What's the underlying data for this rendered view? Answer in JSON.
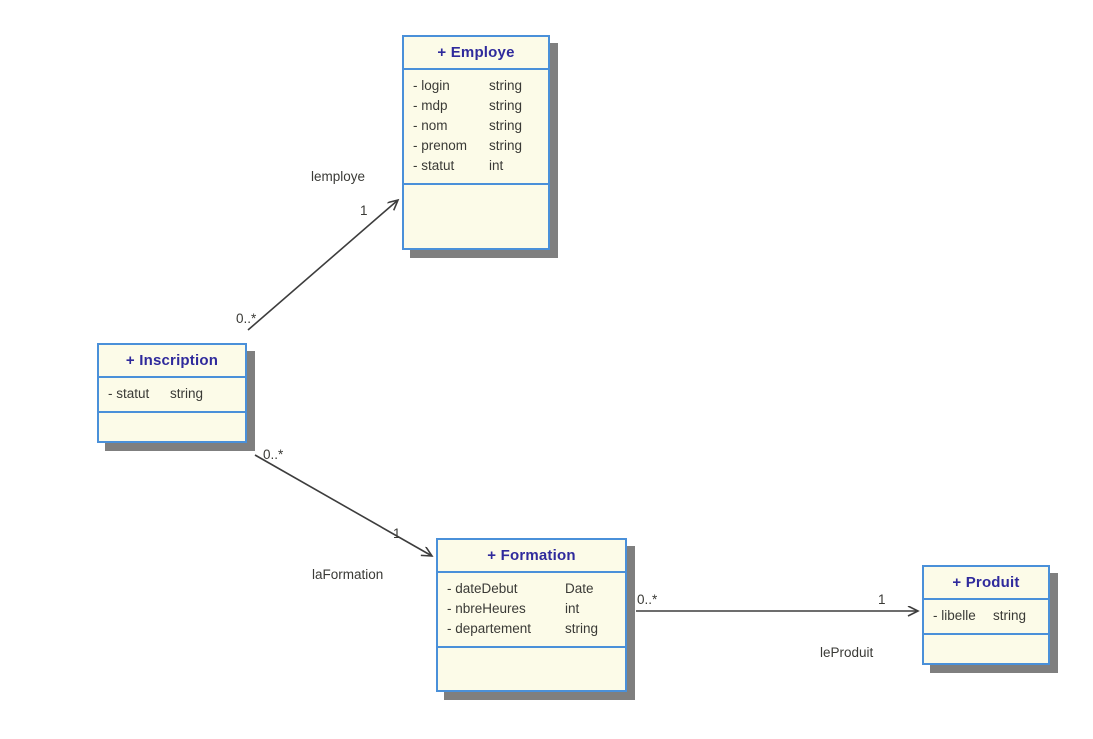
{
  "diagram": {
    "type": "uml-class-diagram",
    "background": "#ffffff",
    "colors": {
      "class_fill": "#fcfbe8",
      "class_border": "#4a90d9",
      "class_title_text": "#2f2a9c",
      "attribute_text": "#3a3a36",
      "shadow": "#7f7f7f",
      "connector": "#3d3d3d"
    }
  },
  "classes": {
    "employe": {
      "title": "+ Employe",
      "attributes": [
        {
          "name": "- login",
          "type": "string"
        },
        {
          "name": "- mdp",
          "type": "string"
        },
        {
          "name": "- nom",
          "type": "string"
        },
        {
          "name": "- prenom",
          "type": "string"
        },
        {
          "name": "- statut",
          "type": "int"
        }
      ],
      "operations": []
    },
    "inscription": {
      "title": "+ Inscription",
      "attributes": [
        {
          "name": "- statut",
          "type": "string"
        }
      ],
      "operations": []
    },
    "formation": {
      "title": "+ Formation",
      "attributes": [
        {
          "name": "- dateDebut",
          "type": "Date"
        },
        {
          "name": "- nbreHeures",
          "type": "int"
        },
        {
          "name": "- departement",
          "type": "string"
        }
      ],
      "operations": []
    },
    "produit": {
      "title": "+ Produit",
      "attributes": [
        {
          "name": "- libelle",
          "type": "string"
        }
      ],
      "operations": []
    }
  },
  "associations": [
    {
      "id": "inscription-employe",
      "label": "lemploye",
      "source": "inscription",
      "target": "employe",
      "source_multiplicity": "0..*",
      "target_multiplicity": "1",
      "arrow": "open"
    },
    {
      "id": "inscription-formation",
      "label": "laFormation",
      "source": "inscription",
      "target": "formation",
      "source_multiplicity": "0..*",
      "target_multiplicity": "1",
      "arrow": "open"
    },
    {
      "id": "formation-produit",
      "label": "leProduit",
      "source": "formation",
      "target": "produit",
      "source_multiplicity": "0..*",
      "target_multiplicity": "1",
      "arrow": "open"
    }
  ]
}
